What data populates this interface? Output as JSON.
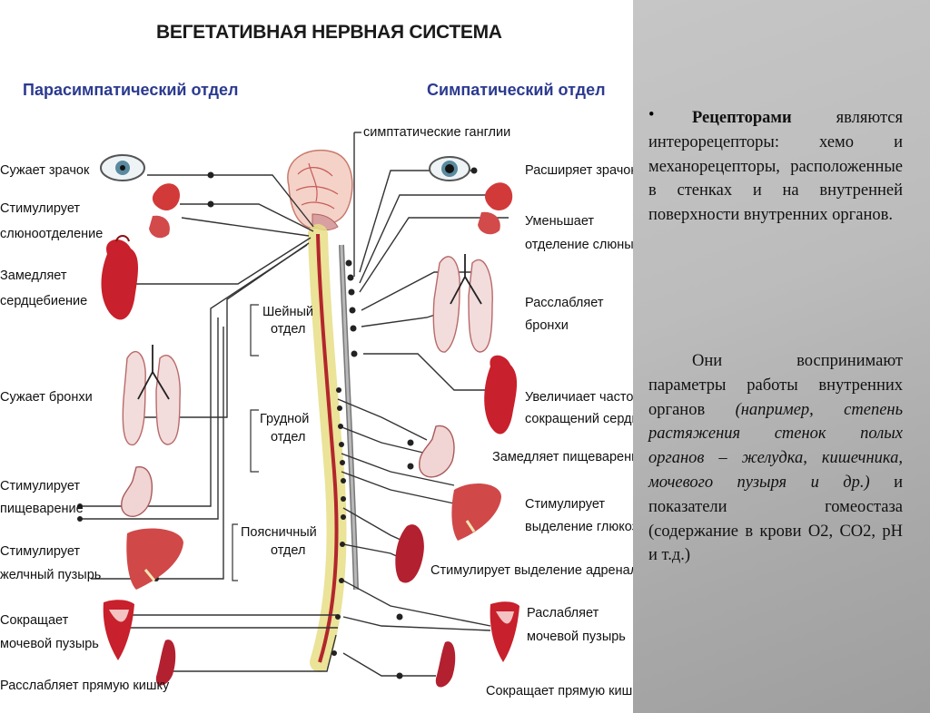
{
  "diagram": {
    "title": "ВЕГЕТАТИВНАЯ НЕРВНАЯ СИСТЕМА",
    "parasympathetic_header": "Парасимпатический отдел",
    "sympathetic_header": "Симпатический отдел",
    "ganglia_label": "симптатические ганглии",
    "spine_sections": {
      "cervical_1": "Шейный",
      "cervical_2": "отдел",
      "thoracic_1": "Грудной",
      "thoracic_2": "отдел",
      "lumbar_1": "Поясничный",
      "lumbar_2": "отдел"
    },
    "left_labels": [
      {
        "lines": [
          "Сужает зрачок"
        ]
      },
      {
        "lines": [
          "Стимулирует",
          "слюноотделение"
        ]
      },
      {
        "lines": [
          "Замедляет",
          "сердцебиение"
        ]
      },
      {
        "lines": [
          "Сужает бронхи"
        ]
      },
      {
        "lines": [
          "Стимулирует",
          "пищеварение"
        ]
      },
      {
        "lines": [
          "Стимулирует",
          "желчный пузырь"
        ]
      },
      {
        "lines": [
          "Сокращает",
          "мочевой пузырь"
        ]
      },
      {
        "lines": [
          "Расслабляет прямую кишку"
        ]
      }
    ],
    "right_labels": [
      {
        "lines": [
          "Расширяет зрачок"
        ]
      },
      {
        "lines": [
          "Уменьшает",
          "отделение слюны"
        ]
      },
      {
        "lines": [
          "Расслабляет",
          "бронхи"
        ]
      },
      {
        "lines": [
          "Увеличиает частоту",
          "сокращений сердца"
        ]
      },
      {
        "lines": [
          "Замедляет пищеварение"
        ]
      },
      {
        "lines": [
          "Стимулирует",
          "выделение глюкозы"
        ]
      },
      {
        "lines": [
          "Стимулирует выделение адреналина"
        ]
      },
      {
        "lines": [
          "Раслабляет",
          "мочевой пузырь"
        ]
      },
      {
        "lines": [
          "Сокращает прямую кишку"
        ]
      }
    ]
  },
  "text": {
    "bullet": "•",
    "p1_bold": "Рецепторами",
    "p1_rest": "являются интерорецепторы: хемо и механорецепторы, расположенные в стенках и на внутренней поверхности внутренних органов.",
    "p2_start": "Они воспринимают параметры работы внутренних органов",
    "p2_italic": "(например, степень растяжения стенок полых органов – желудка, кишечника, мочевого пузыря и др.)",
    "p2_end": "и показатели гомеостаза (содержание в крови О2, СО2, рН и т.д.)"
  },
  "colors": {
    "background_gray": "#8f8f8f",
    "organ_red": "#c8202c",
    "organ_pink": "#e8a3a6",
    "spinal_yellow": "#e8e08a",
    "header_blue": "#2b3a8f"
  }
}
